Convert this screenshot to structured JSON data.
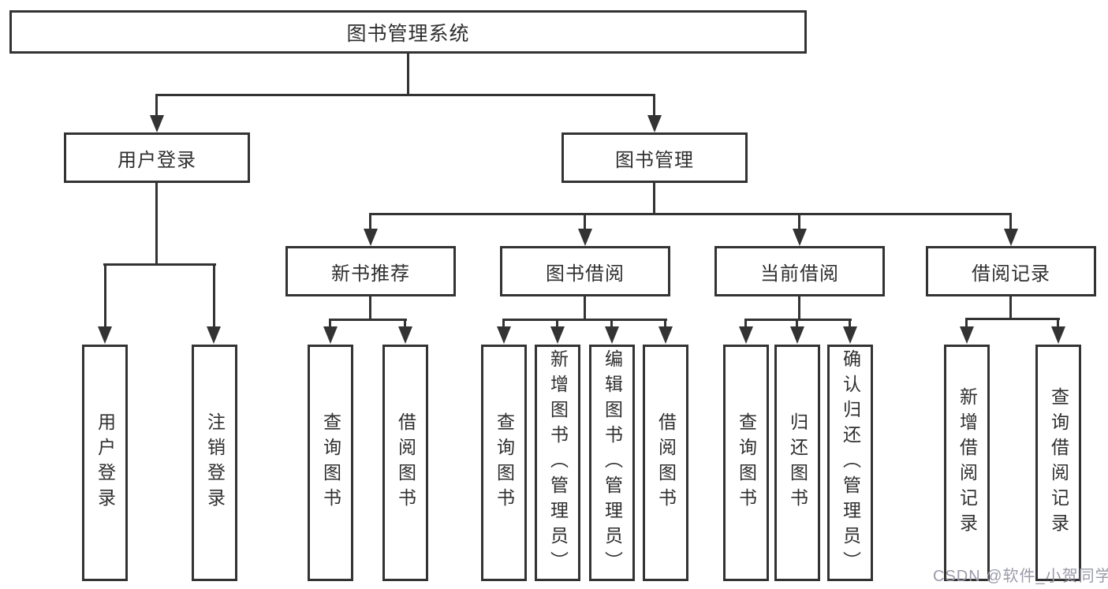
{
  "diagram": {
    "watermark": "CSDN @软件_小贺同学",
    "colors": {
      "line": "#333333",
      "box_background": "#ffffff",
      "text": "#2f2f2f",
      "watermark": "#9b9bab"
    },
    "tree": {
      "root": {
        "label": "图书管理系统"
      },
      "branches": [
        {
          "label": "用户登录",
          "children": [
            {
              "label": "用户登录"
            },
            {
              "label": "注销登录"
            }
          ]
        },
        {
          "label": "图书管理",
          "groups": [
            {
              "label": "新书推荐",
              "children": [
                {
                  "label": "查询图书"
                },
                {
                  "label": "借阅图书"
                }
              ]
            },
            {
              "label": "图书借阅",
              "children": [
                {
                  "label": "查询图书"
                },
                {
                  "label": "新增图书（管理员）"
                },
                {
                  "label": "编辑图书（管理员）"
                },
                {
                  "label": "借阅图书"
                }
              ]
            },
            {
              "label": "当前借阅",
              "children": [
                {
                  "label": "查询图书"
                },
                {
                  "label": "归还图书"
                },
                {
                  "label": "确认归还（管理员）"
                }
              ]
            },
            {
              "label": "借阅记录",
              "children": [
                {
                  "label": "新增借阅记录"
                },
                {
                  "label": "查询借阅记录"
                }
              ]
            }
          ]
        }
      ]
    }
  }
}
